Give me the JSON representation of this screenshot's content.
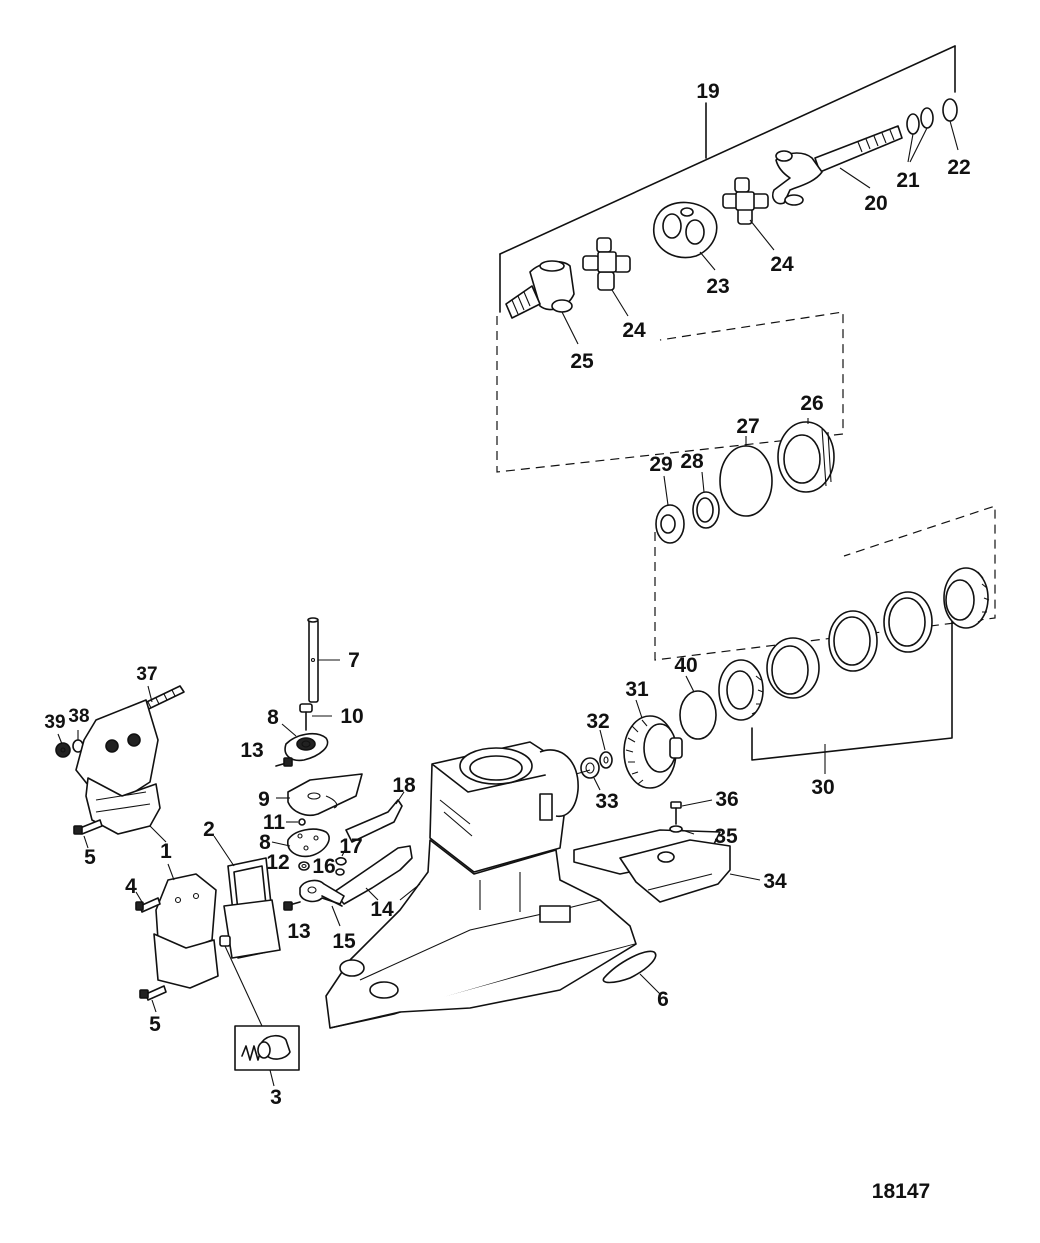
{
  "diagram": {
    "drawing_number": "18147",
    "callouts": [
      {
        "id": "c1",
        "text": "1"
      },
      {
        "id": "c2",
        "text": "2"
      },
      {
        "id": "c3",
        "text": "3"
      },
      {
        "id": "c4",
        "text": "4"
      },
      {
        "id": "c5a",
        "text": "5"
      },
      {
        "id": "c5b",
        "text": "5"
      },
      {
        "id": "c6",
        "text": "6"
      },
      {
        "id": "c7",
        "text": "7"
      },
      {
        "id": "c8a",
        "text": "8"
      },
      {
        "id": "c8b",
        "text": "8"
      },
      {
        "id": "c9",
        "text": "9"
      },
      {
        "id": "c10",
        "text": "10"
      },
      {
        "id": "c11",
        "text": "11"
      },
      {
        "id": "c12",
        "text": "12"
      },
      {
        "id": "c13a",
        "text": "13"
      },
      {
        "id": "c13b",
        "text": "13"
      },
      {
        "id": "c14",
        "text": "14"
      },
      {
        "id": "c15",
        "text": "15"
      },
      {
        "id": "c16",
        "text": "16"
      },
      {
        "id": "c17",
        "text": "17"
      },
      {
        "id": "c18",
        "text": "18"
      },
      {
        "id": "c19",
        "text": "19"
      },
      {
        "id": "c20",
        "text": "20"
      },
      {
        "id": "c21",
        "text": "21"
      },
      {
        "id": "c22",
        "text": "22"
      },
      {
        "id": "c23",
        "text": "23"
      },
      {
        "id": "c24a",
        "text": "24"
      },
      {
        "id": "c24b",
        "text": "24"
      },
      {
        "id": "c25",
        "text": "25"
      },
      {
        "id": "c26",
        "text": "26"
      },
      {
        "id": "c27",
        "text": "27"
      },
      {
        "id": "c28",
        "text": "28"
      },
      {
        "id": "c29",
        "text": "29"
      },
      {
        "id": "c30",
        "text": "30"
      },
      {
        "id": "c31",
        "text": "31"
      },
      {
        "id": "c32",
        "text": "32"
      },
      {
        "id": "c33",
        "text": "33"
      },
      {
        "id": "c34",
        "text": "34"
      },
      {
        "id": "c35",
        "text": "35"
      },
      {
        "id": "c36",
        "text": "36"
      },
      {
        "id": "c37",
        "text": "37"
      },
      {
        "id": "c38",
        "text": "38"
      },
      {
        "id": "c39",
        "text": "39"
      },
      {
        "id": "c40",
        "text": "40"
      }
    ]
  }
}
